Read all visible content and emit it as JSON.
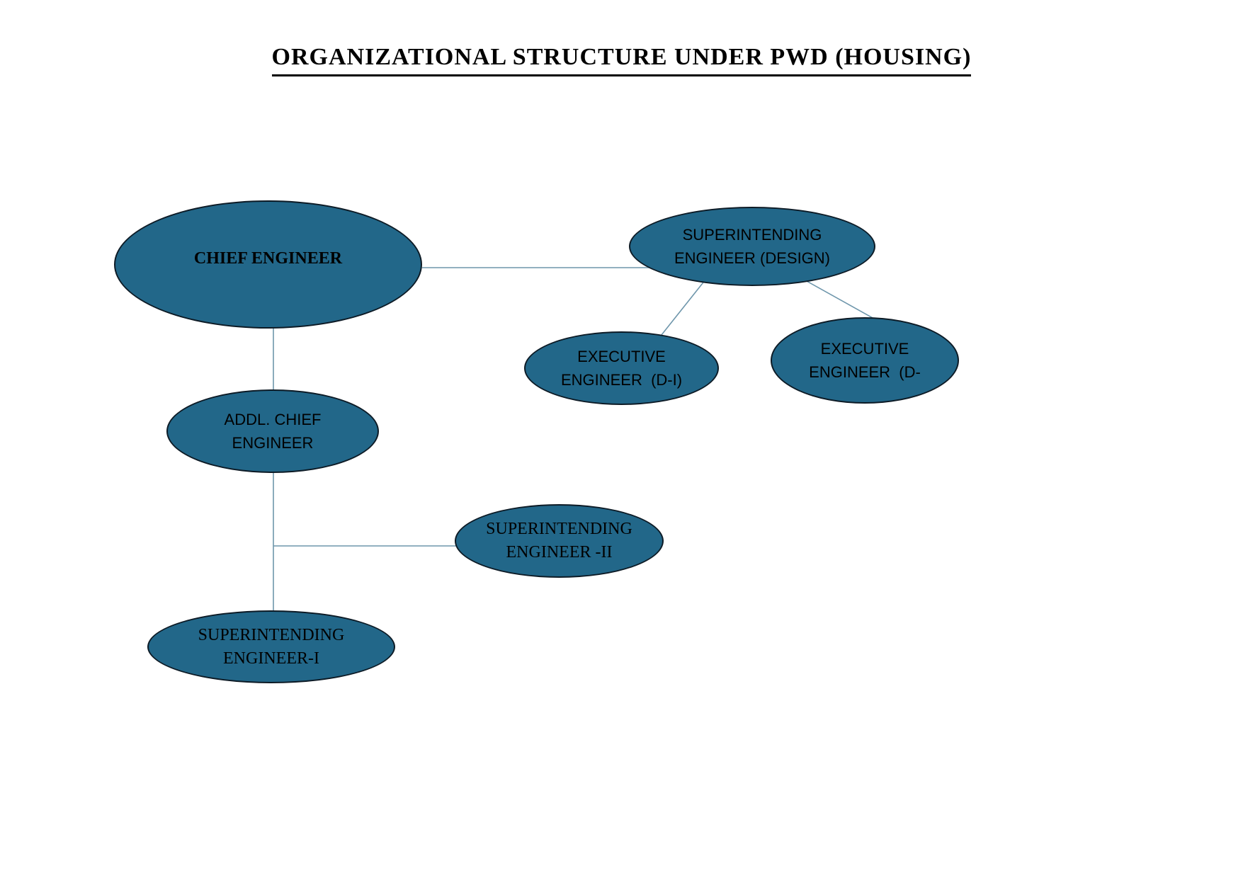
{
  "title": "ORGANIZATIONAL STRUCTURE UNDER PWD (HOUSING)",
  "colors": {
    "background": "#ffffff",
    "node_fill": "#226789",
    "node_border": "#0d1b26",
    "connector": "#6e96ab",
    "text": "#000000"
  },
  "nodes": [
    {
      "name": "chief-engineer",
      "line1": "CHIEF ENGINEER",
      "line2": ""
    },
    {
      "name": "superintending-engineer-design",
      "line1": "SUPERINTENDING",
      "line2": "ENGINEER (DESIGN)"
    },
    {
      "name": "executive-engineer-d1",
      "line1": "EXECUTIVE",
      "line2": "ENGINEER  (D-I)"
    },
    {
      "name": "executive-engineer-d2",
      "line1": "EXECUTIVE",
      "line2": "ENGINEER  (D-"
    },
    {
      "name": "addl-chief-engineer",
      "line1": "ADDL. CHIEF",
      "line2": "ENGINEER"
    },
    {
      "name": "superintending-engineer-2",
      "line1": "SUPERINTENDING",
      "line2": "ENGINEER -II"
    },
    {
      "name": "superintending-engineer-1",
      "line1": "SUPERINTENDING",
      "line2": "ENGINEER-I"
    }
  ]
}
